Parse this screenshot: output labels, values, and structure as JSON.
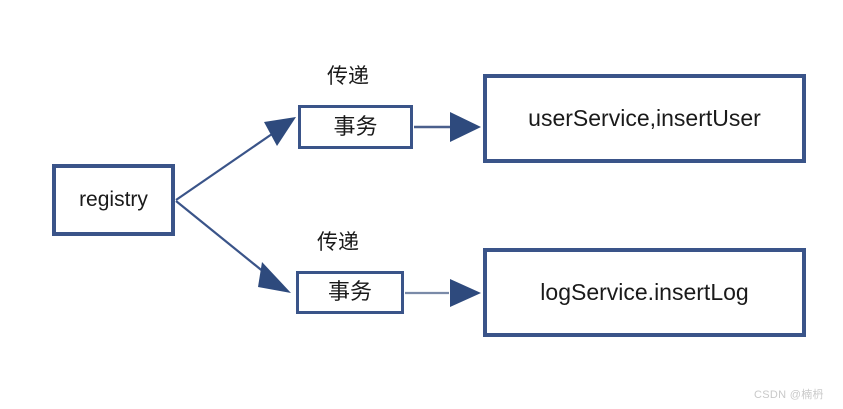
{
  "diagram": {
    "type": "flow-diagram",
    "background_color": "#ffffff",
    "node_border_color": "#3a5489",
    "arrow_color": "#3a5489",
    "text_color": "#1a1a1a",
    "nodes": [
      {
        "id": "registry",
        "label": "registry"
      },
      {
        "id": "transaction_top",
        "label": "事务"
      },
      {
        "id": "transaction_bottom",
        "label": "事务"
      },
      {
        "id": "user_service",
        "label": "userService,insertUser"
      },
      {
        "id": "log_service",
        "label": "logService.insertLog"
      }
    ],
    "edge_labels": [
      {
        "id": "pass_top",
        "label": "传递"
      },
      {
        "id": "pass_bottom",
        "label": "传递"
      }
    ],
    "edges": [
      {
        "from": "registry",
        "to": "transaction_top",
        "label": "传递"
      },
      {
        "from": "registry",
        "to": "transaction_bottom",
        "label": "传递"
      },
      {
        "from": "transaction_top",
        "to": "user_service",
        "label": ""
      },
      {
        "from": "transaction_bottom",
        "to": "log_service",
        "label": ""
      }
    ]
  },
  "watermark": {
    "text": "CSDN @楠枬"
  }
}
